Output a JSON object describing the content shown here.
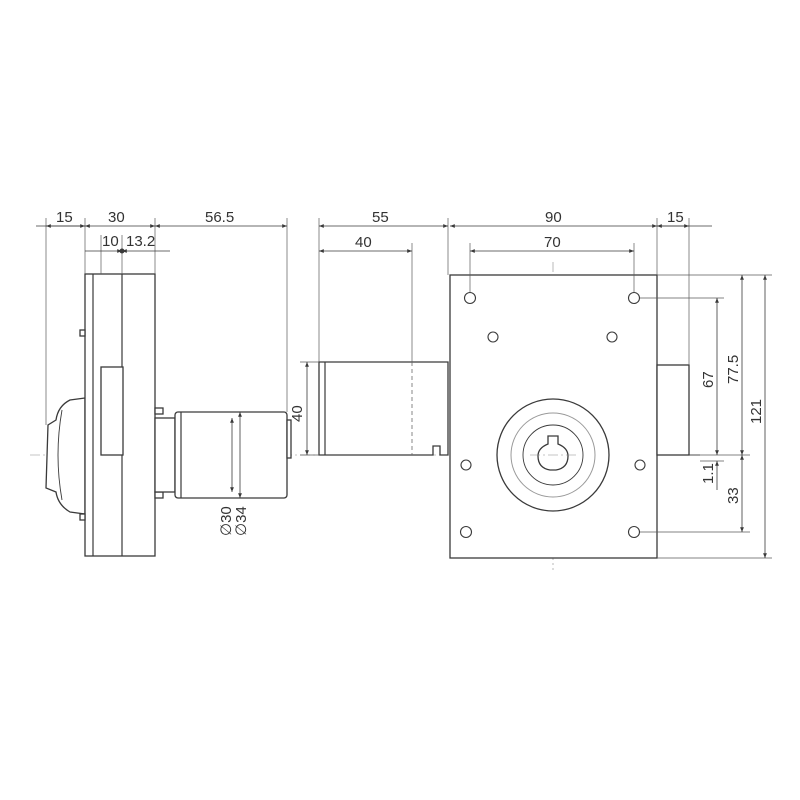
{
  "dimensions": {
    "d15_left": "15",
    "d30_top": "30",
    "d56_5": "56.5",
    "d10": "10",
    "d13_2": "13.2",
    "d55": "55",
    "d40_top": "40",
    "d90": "90",
    "d70": "70",
    "d15_right": "15",
    "d40_height": "40",
    "dia30": "∅30",
    "dia34": "∅34",
    "d67": "67",
    "d77_5": "77.5",
    "d121": "121",
    "d1_1": "1.1",
    "d33": "33"
  },
  "colors": {
    "line": "#3a3a3a",
    "background": "#ffffff"
  }
}
